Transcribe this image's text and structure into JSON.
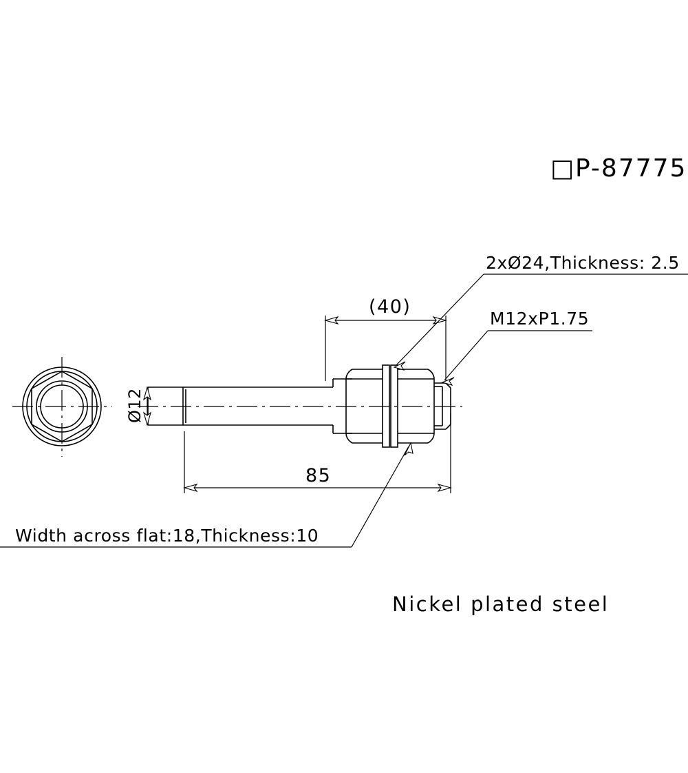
{
  "drawing": {
    "title": "□P-87775",
    "material_note": "Nickel plated steel",
    "background_color": "#ffffff",
    "line_color": "#000000",
    "callouts": {
      "washer": "2xØ24,Thickness: 2.5",
      "thread": "M12xP1.75",
      "hex": "Width across flat:18,Thickness:10"
    },
    "dimensions": {
      "overall_length": "85",
      "reference_length": "(40)",
      "shaft_diameter": "Ø12"
    }
  }
}
